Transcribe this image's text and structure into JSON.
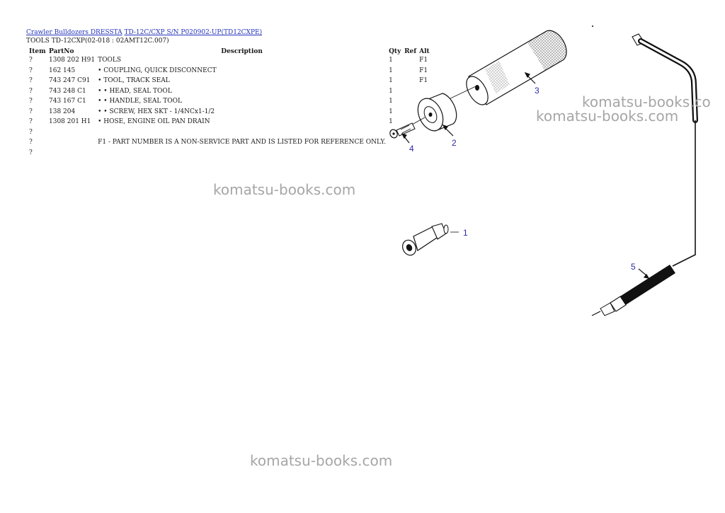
{
  "breadcrumb": {
    "link1": "Crawler Bulldozers DRESSTA",
    "link2": "TD-12C/CXP S/N P020902-UP(TD12CXPE)"
  },
  "subtitle": "TOOLS TD-12CXP(02-018 : 02AMT12C.007)",
  "table": {
    "headers": {
      "item": "Item",
      "partno": "PartNo",
      "description": "Description",
      "qty": "Qty",
      "ref": "Ref",
      "alt": "Alt"
    },
    "rows": [
      {
        "item": "?",
        "partno": "1308 202 H91",
        "description": "TOOLS",
        "qty": "1",
        "ref": "",
        "alt": "F1"
      },
      {
        "item": "?",
        "partno": "162 145",
        "description": "• COUPLING, QUICK DISCONNECT",
        "qty": "1",
        "ref": "",
        "alt": "F1"
      },
      {
        "item": "?",
        "partno": "743 247 C91",
        "description": "• TOOL, TRACK SEAL",
        "qty": "1",
        "ref": "",
        "alt": "F1"
      },
      {
        "item": "?",
        "partno": "743 248 C1",
        "description": "• • HEAD, SEAL TOOL",
        "qty": "1",
        "ref": "",
        "alt": ""
      },
      {
        "item": "?",
        "partno": "743 167 C1",
        "description": "• • HANDLE, SEAL TOOL",
        "qty": "1",
        "ref": "",
        "alt": ""
      },
      {
        "item": "?",
        "partno": "138 204",
        "description": "• • SCREW, HEX SKT - 1/4NCx1-1/2",
        "qty": "1",
        "ref": "",
        "alt": ""
      },
      {
        "item": "?",
        "partno": "1308 201 H1",
        "description": "• HOSE, ENGINE OIL PAN DRAIN",
        "qty": "1",
        "ref": "",
        "alt": ""
      },
      {
        "item": "?",
        "partno": "",
        "description": "",
        "qty": "",
        "ref": "",
        "alt": ""
      },
      {
        "item": "?",
        "partno": "",
        "description": "F1 - PART NUMBER IS A NON-SERVICE PART AND IS LISTED FOR REFERENCE ONLY.",
        "qty": "",
        "ref": "",
        "alt": "",
        "note": true
      },
      {
        "item": "?",
        "partno": "",
        "description": "",
        "qty": "",
        "ref": "",
        "alt": ""
      }
    ]
  },
  "diagram": {
    "callouts": [
      "1",
      "2",
      "3",
      "4",
      "5"
    ],
    "callout_color": "#2a2aa8"
  },
  "watermarks": [
    "komatsu-books.co",
    "komatsu-books.com",
    "komatsu-books.com",
    "komatsu-books.com"
  ]
}
